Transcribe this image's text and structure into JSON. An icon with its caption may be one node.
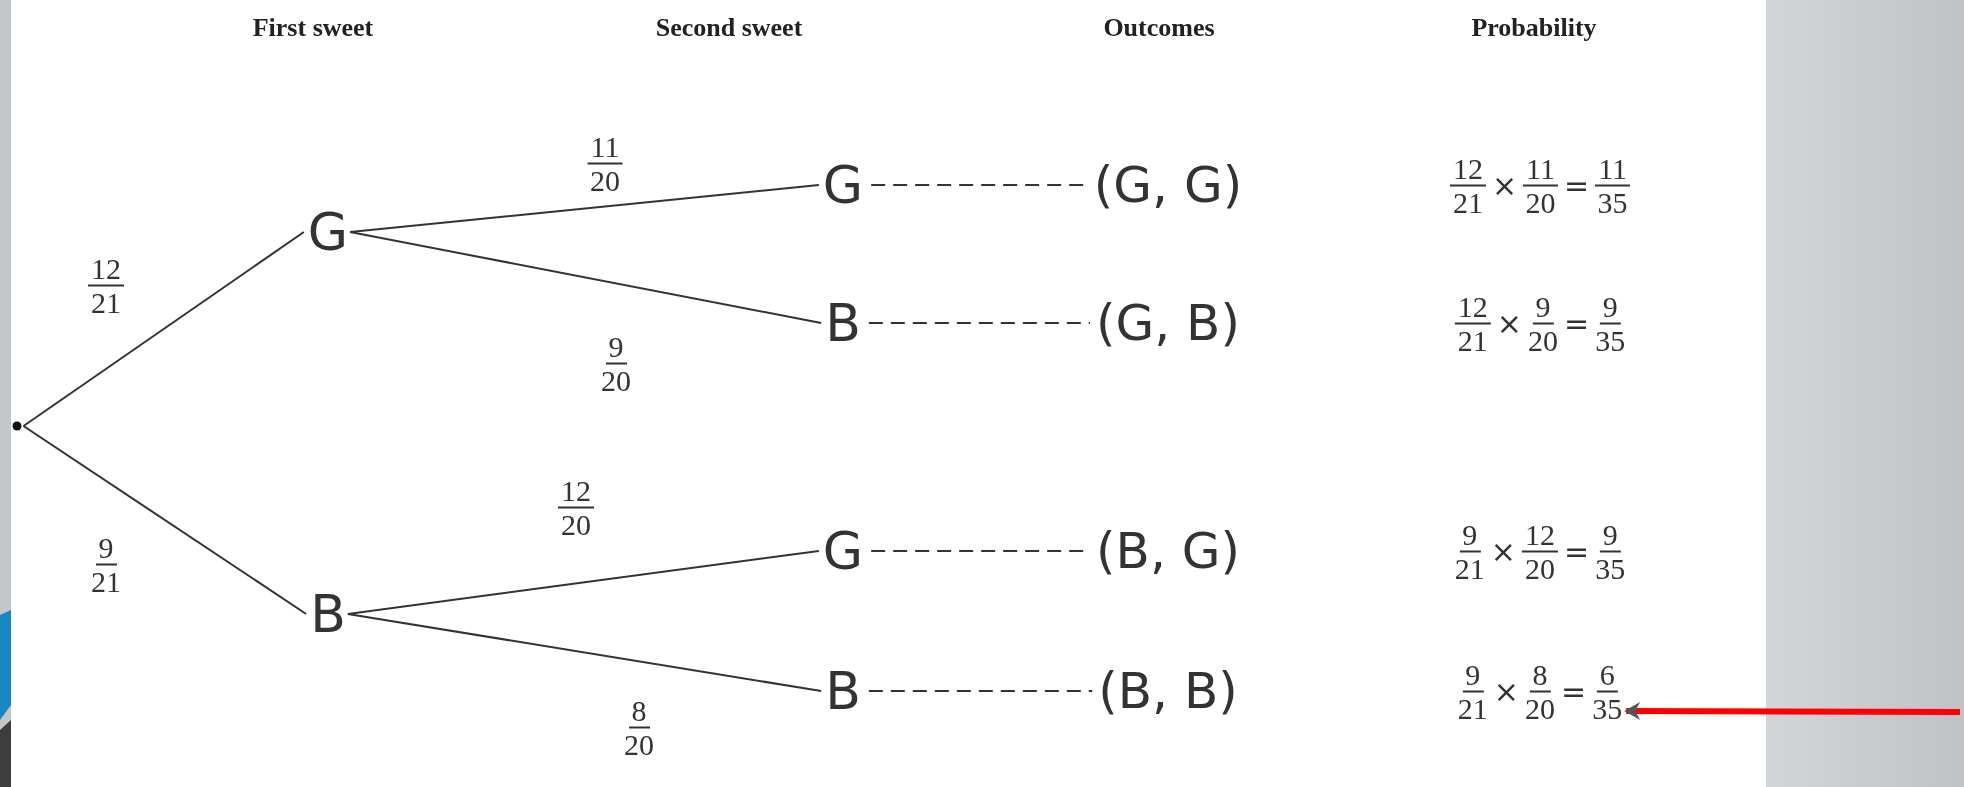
{
  "diagram": {
    "nodes": [
      {
        "text": [],
        "shape": "circle"
      },
      {
        "text": [
          "G"
        ]
      },
      {
        "text": [
          "B"
        ]
      },
      {
        "text": [
          "G"
        ]
      },
      {
        "text": [
          "B"
        ]
      },
      {
        "text": [
          "G"
        ]
      },
      {
        "text": [
          "B"
        ]
      },
      {
        "text": [
          "(G, G)"
        ]
      },
      {
        "text": [
          "(G, B)"
        ]
      },
      {
        "text": [
          "(B, G)"
        ]
      },
      {
        "text": [
          "(B, B)"
        ]
      },
      {
        "text": [
          "12 21",
          "×",
          "11 20",
          "=",
          "11 35"
        ]
      },
      {
        "text": [
          "12 21",
          "×",
          "9 20",
          "=",
          "9 35"
        ]
      },
      {
        "text": [
          "9 21",
          "×",
          "12 20",
          "=",
          "9 35"
        ]
      },
      {
        "text": [
          "9 21",
          "×",
          "8 20",
          "=",
          "6 35"
        ]
      }
    ],
    "edges": [
      {
        "from": 0,
        "to": 1,
        "arrow": "none",
        "label": "12 21"
      },
      {
        "from": 0,
        "to": 2,
        "arrow": "none",
        "label": "9 21"
      },
      {
        "from": 1,
        "to": 3,
        "arrow": "none",
        "label": "11 20"
      },
      {
        "from": 1,
        "to": 4,
        "arrow": "none",
        "label": "9 20"
      },
      {
        "from": 2,
        "to": 5,
        "arrow": "none",
        "label": "12 20"
      },
      {
        "from": 2,
        "to": 6,
        "arrow": "none",
        "label": "8 20"
      },
      {
        "from": 3,
        "to": 7,
        "arrow": "none",
        "style": "dashed"
      },
      {
        "from": 4,
        "to": 8,
        "arrow": "none",
        "style": "dashed"
      },
      {
        "from": 5,
        "to": 9,
        "arrow": "none",
        "style": "dashed"
      },
      {
        "from": 6,
        "to": 10,
        "arrow": "none",
        "style": "dashed"
      },
      {
        "from": 14,
        "to": null,
        "arrow": "both",
        "color": "#ff0000",
        "style": "thick"
      }
    ],
    "labels": [
      "First sweet",
      "Second sweet",
      "Outcomes",
      "Probability"
    ]
  }
}
